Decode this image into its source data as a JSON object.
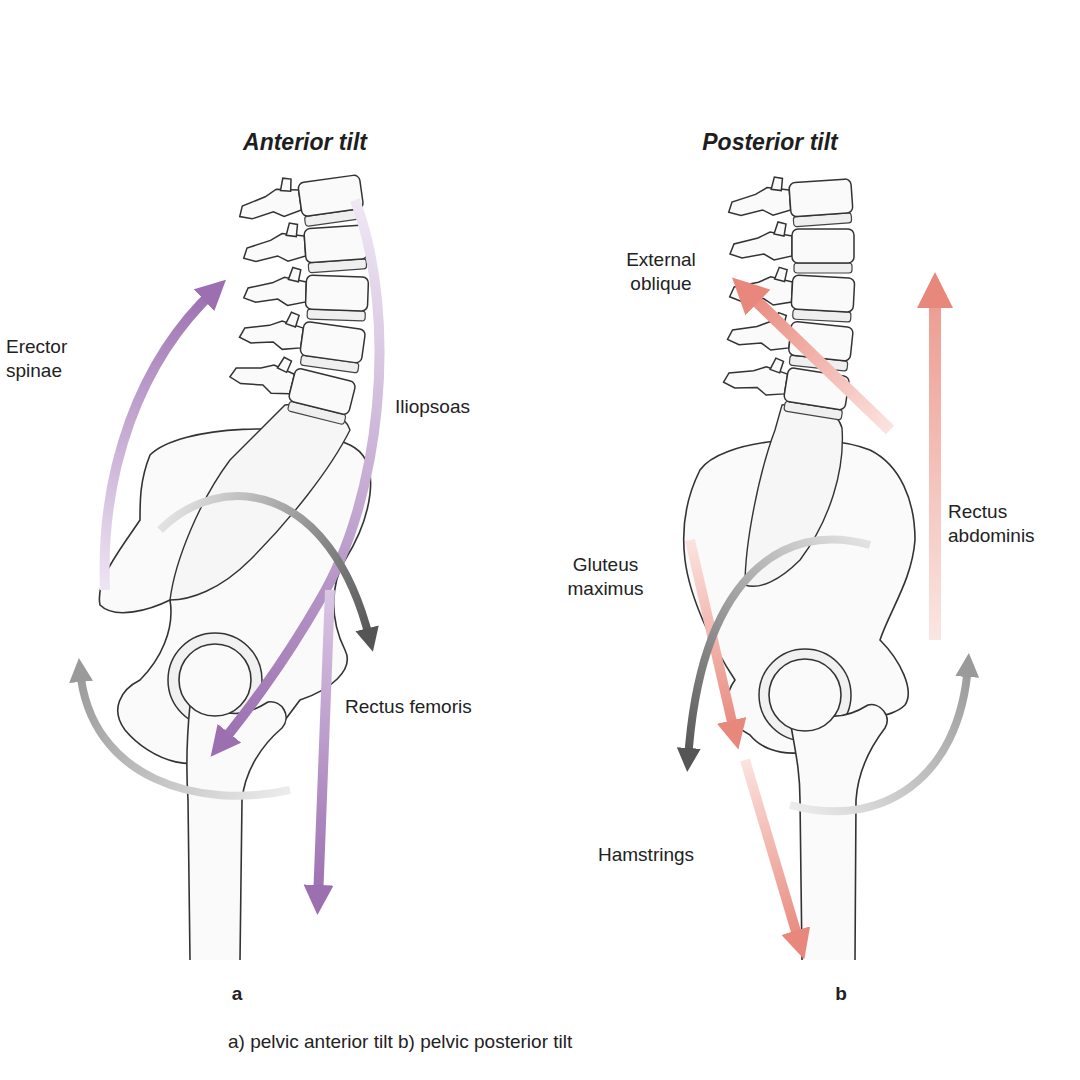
{
  "diagram": {
    "caption": "a) pelvic anterior tilt b) pelvic posterior tilt",
    "labels": [
      "Anterior tilt",
      "Posterior tilt",
      "Erector spinae",
      "Iliopsoas",
      "Rectus femoris",
      "External oblique",
      "Rectus abdominis",
      "Gluteus maximus",
      "Hamstrings",
      "a",
      "b"
    ]
  }
}
